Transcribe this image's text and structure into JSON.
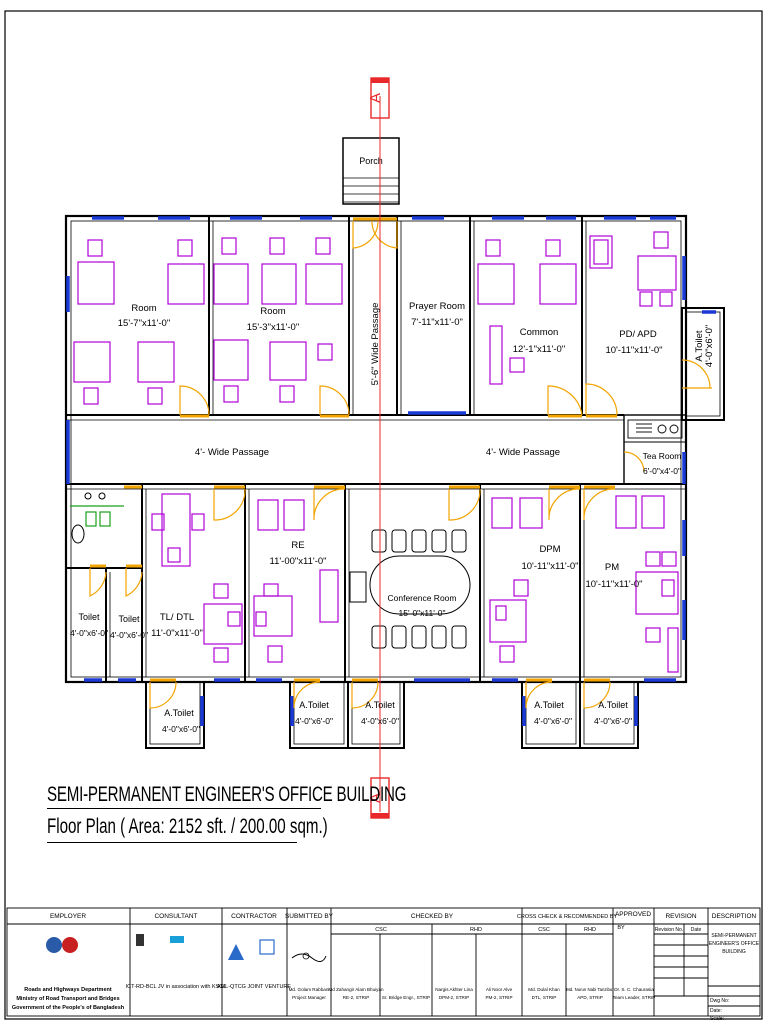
{
  "section_marker": "A",
  "rooms": {
    "porch": {
      "name": "Porch"
    },
    "room1": {
      "name": "Room",
      "size": "15'-7\"x11'-0\""
    },
    "room2": {
      "name": "Room",
      "size": "15'-3\"x11'-0\""
    },
    "corridor_v": {
      "name": "5'-6\" Wide Passage"
    },
    "prayer": {
      "name": "Prayer Room",
      "size": "7'-11\"x11'-0\""
    },
    "common": {
      "name": "Common",
      "size": "12'-1\"x11'-0\""
    },
    "pd": {
      "name": "PD/ APD",
      "size": "10'-11\"x11'-0\""
    },
    "atoilet_right": {
      "name": "A.Toilet",
      "size": "4'-0\"x6'-0\""
    },
    "passage_left": {
      "name": "4'- Wide Passage"
    },
    "passage_right": {
      "name": "4'- Wide Passage"
    },
    "tea": {
      "name": "Tea Room",
      "size": "6'-0\"x4'-0\""
    },
    "toilet1": {
      "name": "Toilet",
      "size": "4'-0\"x6'-0\""
    },
    "toilet2": {
      "name": "Toilet",
      "size": "4'-0\"x6'-0\""
    },
    "tl": {
      "name": "TL/ DTL",
      "size": "11'-0\"x11'-0\""
    },
    "re": {
      "name": "RE",
      "size": "11'-00\"x11'-0\""
    },
    "conference": {
      "name": "Conference Room",
      "size": "15'-0\"x11'-0\""
    },
    "dpm": {
      "name": "DPM",
      "size": "10'-11\"x11'-0\""
    },
    "pm": {
      "name": "PM",
      "size": "10'-11\"x11'-0\""
    },
    "atoilet_b1": {
      "name": "A.Toilet",
      "size": "4'-0\"x6'-0\""
    },
    "atoilet_b2": {
      "name": "A.Toilet",
      "size": "4'-0\"x6'-0\""
    },
    "atoilet_b3": {
      "name": "A.Toilet",
      "size": "4'-0\"x6'-0\""
    },
    "atoilet_b4": {
      "name": "A.Toilet",
      "size": "4'-0\"x6'-0\""
    },
    "atoilet_b5": {
      "name": "A.Toilet",
      "size": "4'-0\"x6'-0\""
    }
  },
  "title": {
    "line1": "SEMI-PERMANENT ENGINEER'S OFFICE BUILDING",
    "line2": "Floor Plan   ( Area: 2152 sft. / 200.00 sqm.)"
  },
  "title_block": {
    "headers": {
      "employer": "EMPLOYER",
      "consultant": "CONSULTANT",
      "contractor": "CONTRACTOR",
      "submitted": "SUBMITTED BY",
      "checked": "CHECKED BY",
      "cross": "CROSS CHECK & RECOMMENDED BY",
      "approved": "APPROVED",
      "by": "BY",
      "revision": "REVISION",
      "description": "DESCRIPTION"
    },
    "sub": {
      "csc1": "CSC",
      "rhd1": "RHD",
      "csc2": "CSC",
      "rhd2": "RHD",
      "rev_no": "Revision No.",
      "date": "Date"
    },
    "employer_lines": [
      "Roads and Highways Department",
      "Ministry of Road Transport and Bridges",
      "Government of the People's of Bangladesh"
    ],
    "consultant_text": "ICT-RD-BCL JV in association with KSCL",
    "contractor_text": "AML-QTCG JOINT VENTURE",
    "signatories": [
      {
        "name": "Md. Golam Rabbani",
        "role": "Project Manager"
      },
      {
        "name": "Md Zahangir Alam Bhuiyan",
        "role": "RE-2, STRIP"
      },
      {
        "name": "",
        "role": "Sr. Bridge Engr., STRIP"
      },
      {
        "name": "Nargis Akhter Lina",
        "role": "DPM-2, STRIP"
      },
      {
        "name": "Ali Noor Alve",
        "role": "PM-2, STRIP"
      },
      {
        "name": "Md. Dulal Khan",
        "role": "DTL, STRIP"
      },
      {
        "name": "Md. Nurun Nabi Tanzibur",
        "role": "APD, STRIP"
      },
      {
        "name": "Dr. S. C. Chaurasia",
        "role": "Team Leader, STRIP"
      }
    ],
    "description_text": [
      "SEMI-PERMANENT",
      "ENGINEER'S OFFICE",
      "BUILDING"
    ],
    "dwg_labels": [
      "Dwg No:",
      "Date:",
      "Scale:"
    ]
  },
  "colors": {
    "wall": "#000000",
    "furniture": "#b000d8",
    "window": "#1a3ad8",
    "door": "#f2a400",
    "section_line": "#e8282a",
    "sink": "#1aa01a"
  }
}
